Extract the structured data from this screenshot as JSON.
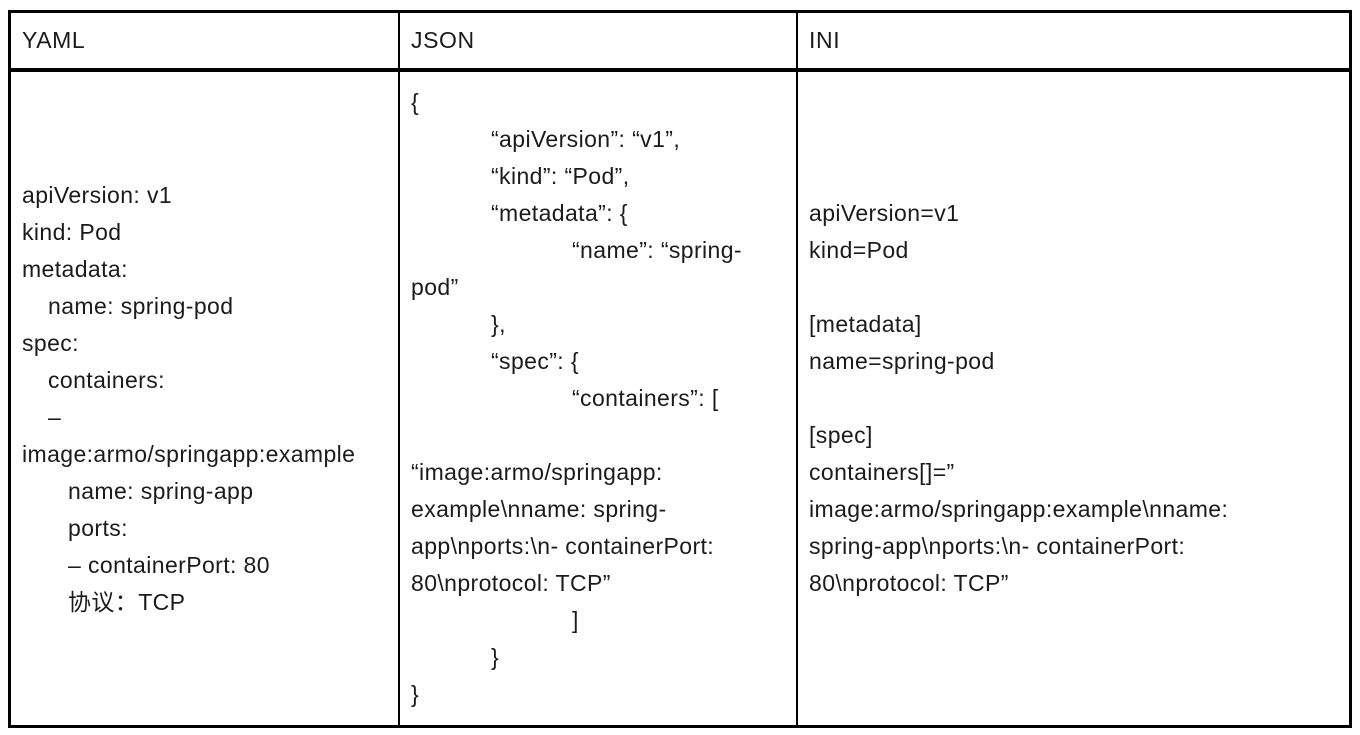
{
  "table": {
    "colors": {
      "border": "#000000",
      "text": "#1b1b1b",
      "background": "#ffffff"
    },
    "columns": [
      {
        "header": "YAML",
        "lines": [
          {
            "text": "apiVersion: v1",
            "indent": 0
          },
          {
            "text": "kind: Pod",
            "indent": 0
          },
          {
            "text": "metadata:",
            "indent": 0
          },
          {
            "text": "name: spring-pod",
            "indent": 1
          },
          {
            "text": "spec:",
            "indent": 0
          },
          {
            "text": "containers:",
            "indent": 1
          },
          {
            "text": "–",
            "indent": 1
          },
          {
            "text": "image:armo/springapp:example",
            "indent": 0
          },
          {
            "text": "name: spring-app",
            "indent": 2
          },
          {
            "text": "ports:",
            "indent": 2
          },
          {
            "text": "– containerPort: 80",
            "indent": 2
          },
          {
            "text": "协议：TCP",
            "indent": 2
          }
        ]
      },
      {
        "header": "JSON",
        "lines": [
          {
            "text": "{",
            "indent": 0
          },
          {
            "text": "“apiVersion”: “v1”,",
            "indent": 1
          },
          {
            "text": "“kind”: “Pod”,",
            "indent": 1
          },
          {
            "text": "“metadata”: {",
            "indent": 1
          },
          {
            "text": "“name”: “spring-",
            "indent": 2
          },
          {
            "text": "pod”",
            "indent": 0
          },
          {
            "text": "},",
            "indent": 1
          },
          {
            "text": "“spec”: {",
            "indent": 1
          },
          {
            "text": "“containers”: [",
            "indent": 2
          },
          {
            "text": "",
            "indent": 0
          },
          {
            "text": "“image:armo/springapp:",
            "indent": 0
          },
          {
            "text": "example\\nname: spring-",
            "indent": 0
          },
          {
            "text": "app\\nports:\\n- containerPort:",
            "indent": 0
          },
          {
            "text": "80\\nprotocol: TCP”",
            "indent": 0
          },
          {
            "text": "]",
            "indent": 2
          },
          {
            "text": "}",
            "indent": 1
          },
          {
            "text": "}",
            "indent": 0
          }
        ]
      },
      {
        "header": "INI",
        "lines": [
          {
            "text": "apiVersion=v1",
            "indent": 0
          },
          {
            "text": "kind=Pod",
            "indent": 0
          },
          {
            "text": "",
            "indent": 0
          },
          {
            "text": "[metadata]",
            "indent": 0
          },
          {
            "text": "name=spring-pod",
            "indent": 0
          },
          {
            "text": "",
            "indent": 0
          },
          {
            "text": "[spec]",
            "indent": 0
          },
          {
            "text": "containers[]=”",
            "indent": 0
          },
          {
            "text": "image:armo/springapp:example\\nname:",
            "indent": 0
          },
          {
            "text": "spring-app\\nports:\\n- containerPort:",
            "indent": 0
          },
          {
            "text": "80\\nprotocol: TCP”",
            "indent": 0
          }
        ]
      }
    ]
  }
}
